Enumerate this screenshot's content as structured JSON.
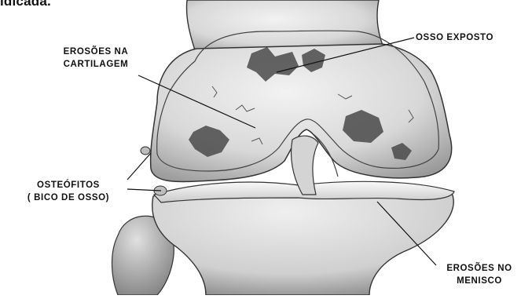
{
  "header": {
    "cut_text": "idicada."
  },
  "labels": {
    "cartilage": [
      "EROSÕES NA",
      "CARTILAGEM"
    ],
    "exposed_bone": "OSSO EXPOSTO",
    "osteophytes": [
      "OSTEÓFITOS",
      "( BICO DE OSSO)"
    ],
    "meniscus": [
      "EROSÕES NO",
      "MENISCO"
    ]
  }
}
